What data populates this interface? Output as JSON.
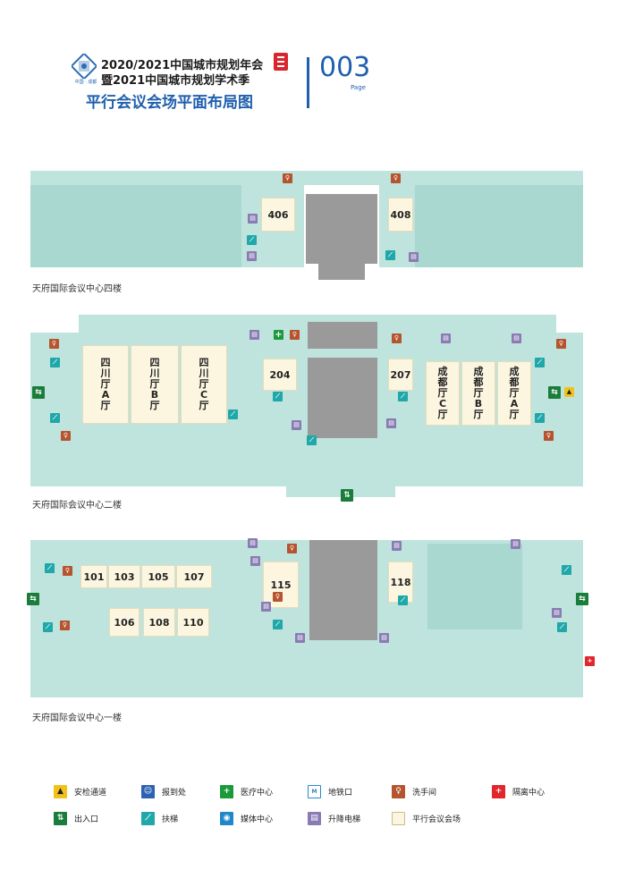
{
  "header": {
    "line1": "2020/2021中国城市规划年会",
    "line2": "暨2021中国城市规划学术季",
    "line3": "平行会议会场平面布局图",
    "page_number": "003",
    "page_label": "Page",
    "logo_caption": "中国 · 成都"
  },
  "floors": [
    {
      "label": "天府国际会议中心四楼",
      "rooms": [
        "406",
        "408"
      ]
    },
    {
      "label": "天府国际会议中心二楼",
      "rooms": [
        "204",
        "207"
      ],
      "halls_left": [
        {
          "chars": [
            "四",
            "川",
            "厅",
            "A",
            "厅"
          ]
        },
        {
          "chars": [
            "四",
            "川",
            "厅",
            "B",
            "厅"
          ]
        },
        {
          "chars": [
            "四",
            "川",
            "厅",
            "C",
            "厅"
          ]
        }
      ],
      "halls_right": [
        {
          "chars": [
            "成",
            "都",
            "厅",
            "C",
            "厅"
          ]
        },
        {
          "chars": [
            "成",
            "都",
            "厅",
            "B",
            "厅"
          ]
        },
        {
          "chars": [
            "成",
            "都",
            "厅",
            "A",
            "厅"
          ]
        }
      ]
    },
    {
      "label": "天府国际会议中心一楼",
      "rooms_top": [
        "101",
        "103",
        "105",
        "107"
      ],
      "rooms_bottom": [
        "106",
        "108",
        "110"
      ],
      "rooms_center": [
        "115",
        "118"
      ]
    }
  ],
  "legend": [
    {
      "icon": "security-icon",
      "label": "安检通道"
    },
    {
      "icon": "registration-icon",
      "label": "报到处"
    },
    {
      "icon": "medical-icon",
      "label": "医疗中心"
    },
    {
      "icon": "metro-icon",
      "label": "地铁口"
    },
    {
      "icon": "restroom-icon",
      "label": "洗手间"
    },
    {
      "icon": "isolation-icon",
      "label": "隔离中心"
    },
    {
      "icon": "entrance-icon",
      "label": "出入口"
    },
    {
      "icon": "escalator-icon",
      "label": "扶梯"
    },
    {
      "icon": "media-icon",
      "label": "媒体中心"
    },
    {
      "icon": "elevator-icon",
      "label": "升降电梯"
    },
    {
      "icon": "parallel-session-venue-icon",
      "label": "平行会议会场"
    }
  ],
  "colors": {
    "floor_bg": "#bfe3dd",
    "hall_fill": "#fcf6e1",
    "core": "#9a9a9a",
    "brand_blue": "#1f5fae"
  }
}
